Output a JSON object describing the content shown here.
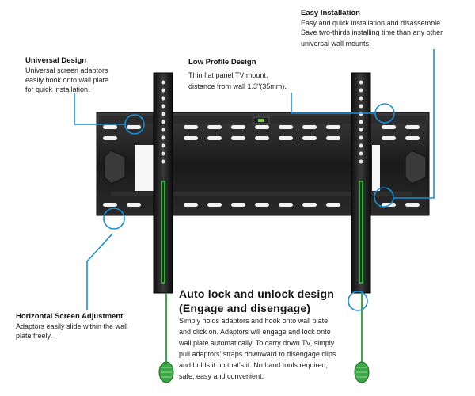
{
  "callouts": {
    "easy_installation": {
      "title": "Easy Installation",
      "lines": [
        "Easy and quick installation and disassemble.",
        "Save two-thirds installing time than any other",
        "universal wall mounts."
      ]
    },
    "universal_design": {
      "title": "Universal Design",
      "lines": [
        "Universal  screen adaptors",
        "easily hook onto wall plate",
        "for quick installation."
      ]
    },
    "low_profile": {
      "title": "Low Profile Design",
      "lines": [
        "Thin flat panel TV mount,",
        "distance from wall 1.3\"(35mm)."
      ]
    },
    "horizontal_adjustment": {
      "title": "Horizontal Screen Adjustment",
      "lines": [
        "Adaptors easily slide within the wall",
        "plate freely."
      ]
    },
    "auto_lock": {
      "title_line1": "Auto lock and unlock design",
      "title_line2": "(Engage and disengage)",
      "lines": [
        "Simply holds adaptors and hook onto wall plate",
        "and click on. Adaptors will engage and lock onto",
        "wall plate automatically. To carry down TV, simply",
        "pull adaptors' straps downward to disengage clips",
        "and holds it up that's it. No hand tools required,",
        "safe, easy and convenient."
      ]
    }
  },
  "colors": {
    "callout_blue": "#1a8fd8",
    "strap_green": "#3aa845",
    "metal": "#1c1c1c"
  }
}
